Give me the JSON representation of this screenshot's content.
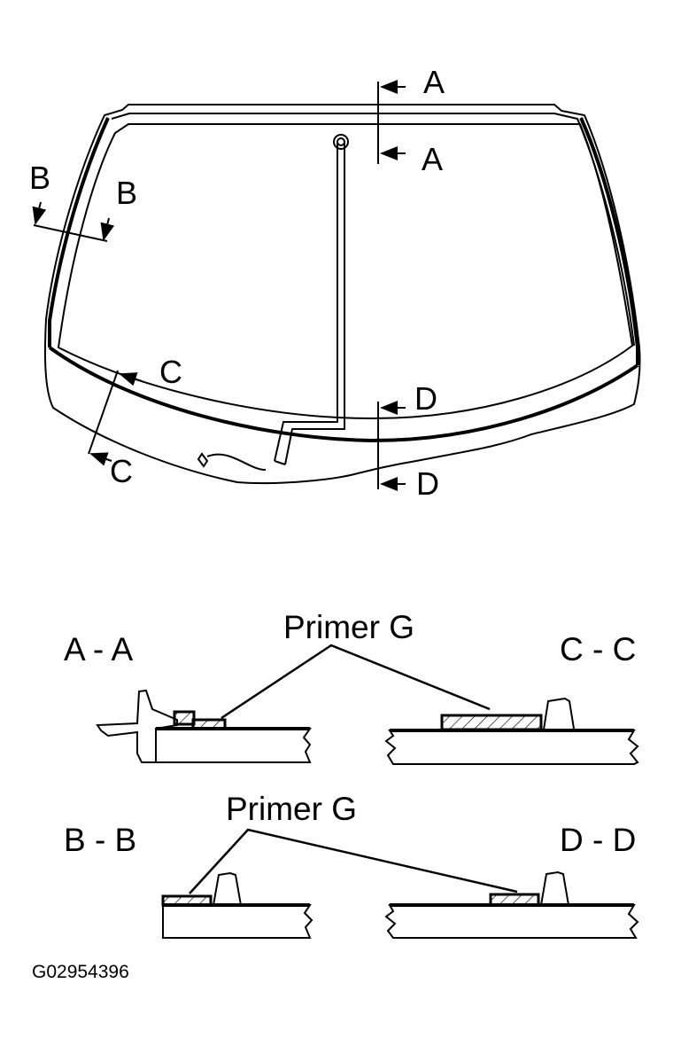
{
  "section_markers": {
    "a_top": "A",
    "a_bottom": "A",
    "b_left": "B",
    "b_right": "B",
    "c_top": "C",
    "c_bottom": "C",
    "d_top": "D",
    "d_bottom": "D"
  },
  "cross_sections": {
    "aa": "A - A",
    "bb": "B - B",
    "cc": "C - C",
    "dd": "D - D"
  },
  "callouts": {
    "primer_top": "Primer G",
    "primer_bottom": "Primer G"
  },
  "figure_code": "G02954396"
}
